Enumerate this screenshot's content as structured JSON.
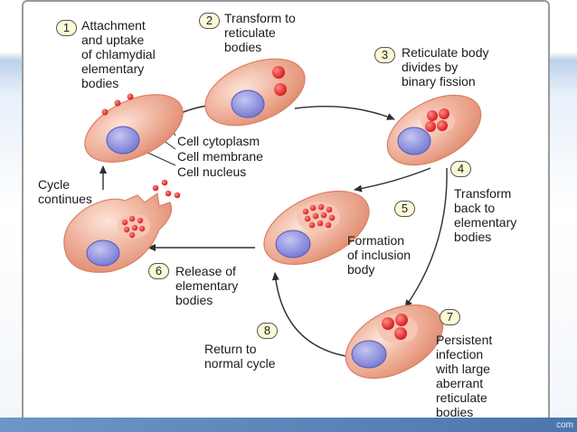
{
  "steps": {
    "s1": {
      "num": "1",
      "label": "Attachment\nand uptake\nof chlamydial\nelementary\nbodies"
    },
    "s2": {
      "num": "2",
      "label": "Transform to\nreticulate\nbodies"
    },
    "s3": {
      "num": "3",
      "label": "Reticulate body\ndivides by\nbinary fission"
    },
    "s4": {
      "num": "4",
      "label": "Transform\nback to\nelementary\nbodies"
    },
    "s5": {
      "num": "5",
      "label": "Formation\nof inclusion\nbody"
    },
    "s6": {
      "num": "6",
      "label": "Release of\nelementary\nbodies"
    },
    "s7": {
      "num": "7",
      "label": "Persistent\ninfection\nwith large\naberrant\nreticulate\nbodies"
    },
    "s8": {
      "num": "8",
      "label": "Return to\nnormal cycle"
    }
  },
  "parts": {
    "cytoplasm": "Cell cytoplasm",
    "membrane": "Cell membrane",
    "nucleus": "Cell nucleus"
  },
  "cycle_label": "Cycle\ncontinues",
  "watermark": "com",
  "colors": {
    "cell_fill": "#eeab95",
    "cell_edge": "#d98063",
    "cell_highlight": "#fbe0d5",
    "nucleus": "#8c8ee0",
    "nucleus_edge": "#5559b5",
    "body_red": "#e0202a",
    "arrow": "#2e2e2e"
  }
}
